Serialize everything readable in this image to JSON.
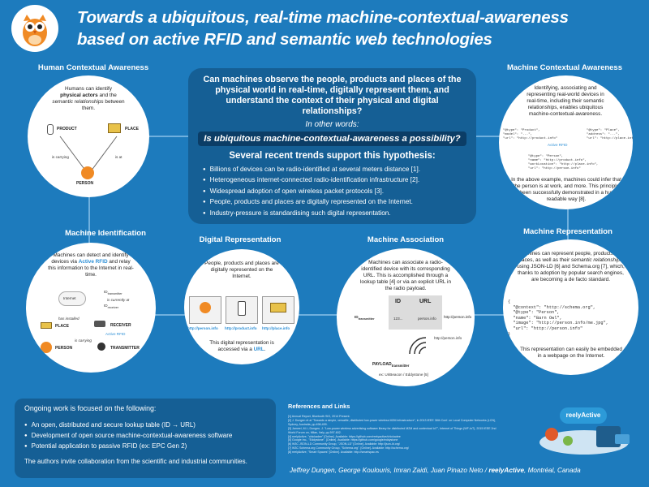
{
  "header": {
    "title_line1": "Towards a ubiquitous, real-time machine-contextual-awareness",
    "title_line2": "based on active RFID and semantic web technologies"
  },
  "question": {
    "main": "Can machines observe the people, products and places of the physical world in real-time, digitally represent them, and understand the context of their physical and digital relationships?",
    "in_other_words": "In other words:",
    "highlight": "Is ubiquitous machine-contextual-awareness a possibility?",
    "trends_title": "Several recent trends support this hypothesis:",
    "trends": [
      "Billions of devices can be radio-identified at several meters distance [1].",
      "Heterogeneous internet-connected radio-identification infrastructure [2].",
      "Widespread adoption of open wireless packet protocols [3].",
      "People, products and places are digitally represented on the Internet.",
      "Industry-pressure is standardising such digital representation."
    ]
  },
  "human_ctx": {
    "title": "Human Contextual Awareness",
    "text_a": "Humans can identify",
    "text_b": "physical actors",
    "text_c": " and the",
    "text_d": "semantic relationships",
    "text_e": " between them.",
    "product": "PRODUCT",
    "place": "PLACE",
    "person": "PERSON",
    "rel_carrying": "is carrying",
    "rel_at": "is at"
  },
  "machine_ctx": {
    "title": "Machine Contextual Awareness",
    "text": "Identifying, associating and representing real-world devices in real-time, including their semantic relationships, enables ubiquitous machine-contextual-awareness.",
    "active_rfid": "Active RFID",
    "footer": "In the above example, machines could infer that the person is at work, and more. This principle has been successfully demonstrated in a human-readable way [8].",
    "code_left": "\"@type\": \"Product\",\n\"model\": \"...\",\n\"url\": \"http://product.info\"",
    "code_right": "\"@type\": \"Place\",\n\"address\": \"...\",\n\"url\": \"http://place.info\"",
    "code_mid": "\"@type\": \"Person\",\n\"name\": \"http://product.info\",\n\"workLocation\": \"http://place.info\",\n\"url\": \"http://person.info\""
  },
  "machine_id": {
    "title": "Machine Identification",
    "text_a": "Machines can detect and identify devices via ",
    "text_b": "Active RFID",
    "text_c": " and relay this information to the Internet in real-time.",
    "internet": "Internet",
    "id_transmitter": "ID",
    "id_transmitter_sub": "transmitter",
    "is_currently_at": "is currently at",
    "id_receiver": "ID",
    "id_receiver_sub": "receiver",
    "has_installed": "has installed",
    "place": "PLACE",
    "receiver": "RECEIVER",
    "active_rfid": "Active RFID",
    "is_carrying": "is carrying",
    "person": "PERSON",
    "transmitter": "TRANSMITTER"
  },
  "digital_rep": {
    "title": "Digital Representation",
    "text": "People, products and places are digitally represented on the Internet.",
    "urls": [
      "http://person.info",
      "http://product.info",
      "http://place.info"
    ],
    "footer_a": "This digital representation is accessed via a ",
    "footer_b": "URL",
    "footer_c": "."
  },
  "machine_assoc": {
    "title": "Machine Association",
    "text": "Machines can associate a radio-identified device with its corresponding URL. This is accomplished through a lookup table [4] or via an explicit URL in the radio payload.",
    "col_id": "ID",
    "col_url": "URL",
    "row_id": "123...",
    "row_url": "person.info",
    "id_transmitter": "ID",
    "id_transmitter_sub": "transmitter",
    "url_right": "http://person.info",
    "url_payload": "http://person.info",
    "payload": "PAYLOAD",
    "payload_sub": "transmitter",
    "ex": "ex: UriBeacon / Eddystone [5]"
  },
  "machine_rep": {
    "title": "Machine Representation",
    "text_a": "Machines can represent people, products and places, as well as their ",
    "text_b": "semantic relationships",
    "text_c": ", using JSON-LD [6] and Schema.org [7], which, thanks to adoption by popular search engines, are becoming a de facto standard.",
    "code": "{\n  \"@context\": \"http://schema.org\",\n  \"@type\": \"Person\",\n  \"name\": \"Barn Owl\",\n  \"image\": \"http://person.info/me.jpg\",\n  \"url\": \"http://person.info\"\n}",
    "footer": "This representation can easily be embedded in a webpage on the Internet."
  },
  "ongoing": {
    "title": "Ongoing work is focused on the following:",
    "items": [
      "An open, distributed and secure lookup table (ID → URL)",
      "Development of open source machine-contextual-awareness software",
      "Potential application to passive RFID (ex: EPC Gen 2)"
    ],
    "closing": "The authors invite collaboration from the scientific and industrial communities."
  },
  "references": {
    "title": "References and Links",
    "items": [
      "[1] Annual Report, Bluetooth SIG, 2014 Present.",
      "[2] J. Dungen et al \"Towards a simple, versatile, distributed low-power wireless M2M infrastructure\", in 2013 IEEE 38th Conf. on Local Computer Networks (LCN), Sydney, Australia, pp.498-499.",
      "[3] Jameel, M.I.; Dungen, J. \"Low-power wireless advertising software library for distributed M2M and contextual IoT\", Internet of Things (WF-IoT), 2015 IEEE 2nd World Forum on, Milan, Italy, pp.597-602.",
      "[4] reelyActive, \"chickadee\" [Online]. Available: https://github.com/reelyactive/chickadee",
      "[5] Google Inc., \"Eddystone\". [Online]. Available: https://github.com/google/eddystone",
      "[6] W3C JSON-LD Community Group, \"JSON-LD\" [Online]. Available: http://json-ld.org/",
      "[7] W3C Schema.org Community Group, \"Schema.org\". [Online]. Available: http://schema.org/",
      "[8] reelyActive, \"Smart Spaces\" [Online]. Available: http://smartspac.es"
    ]
  },
  "authors": {
    "names": "Jeffrey Dungen, George Koulouris, Imran Zaidi, Juan Pinazo Neto / ",
    "org": "reelyActive",
    "loc": ", Montréal, Canada"
  },
  "logo": {
    "text": "reelyActive"
  },
  "colors": {
    "background": "#1d7bbd",
    "panel": "#155f95",
    "highlight": "#0b3d66",
    "accent_blue": "#2c8fd6",
    "owl_orange": "#f08a24"
  }
}
